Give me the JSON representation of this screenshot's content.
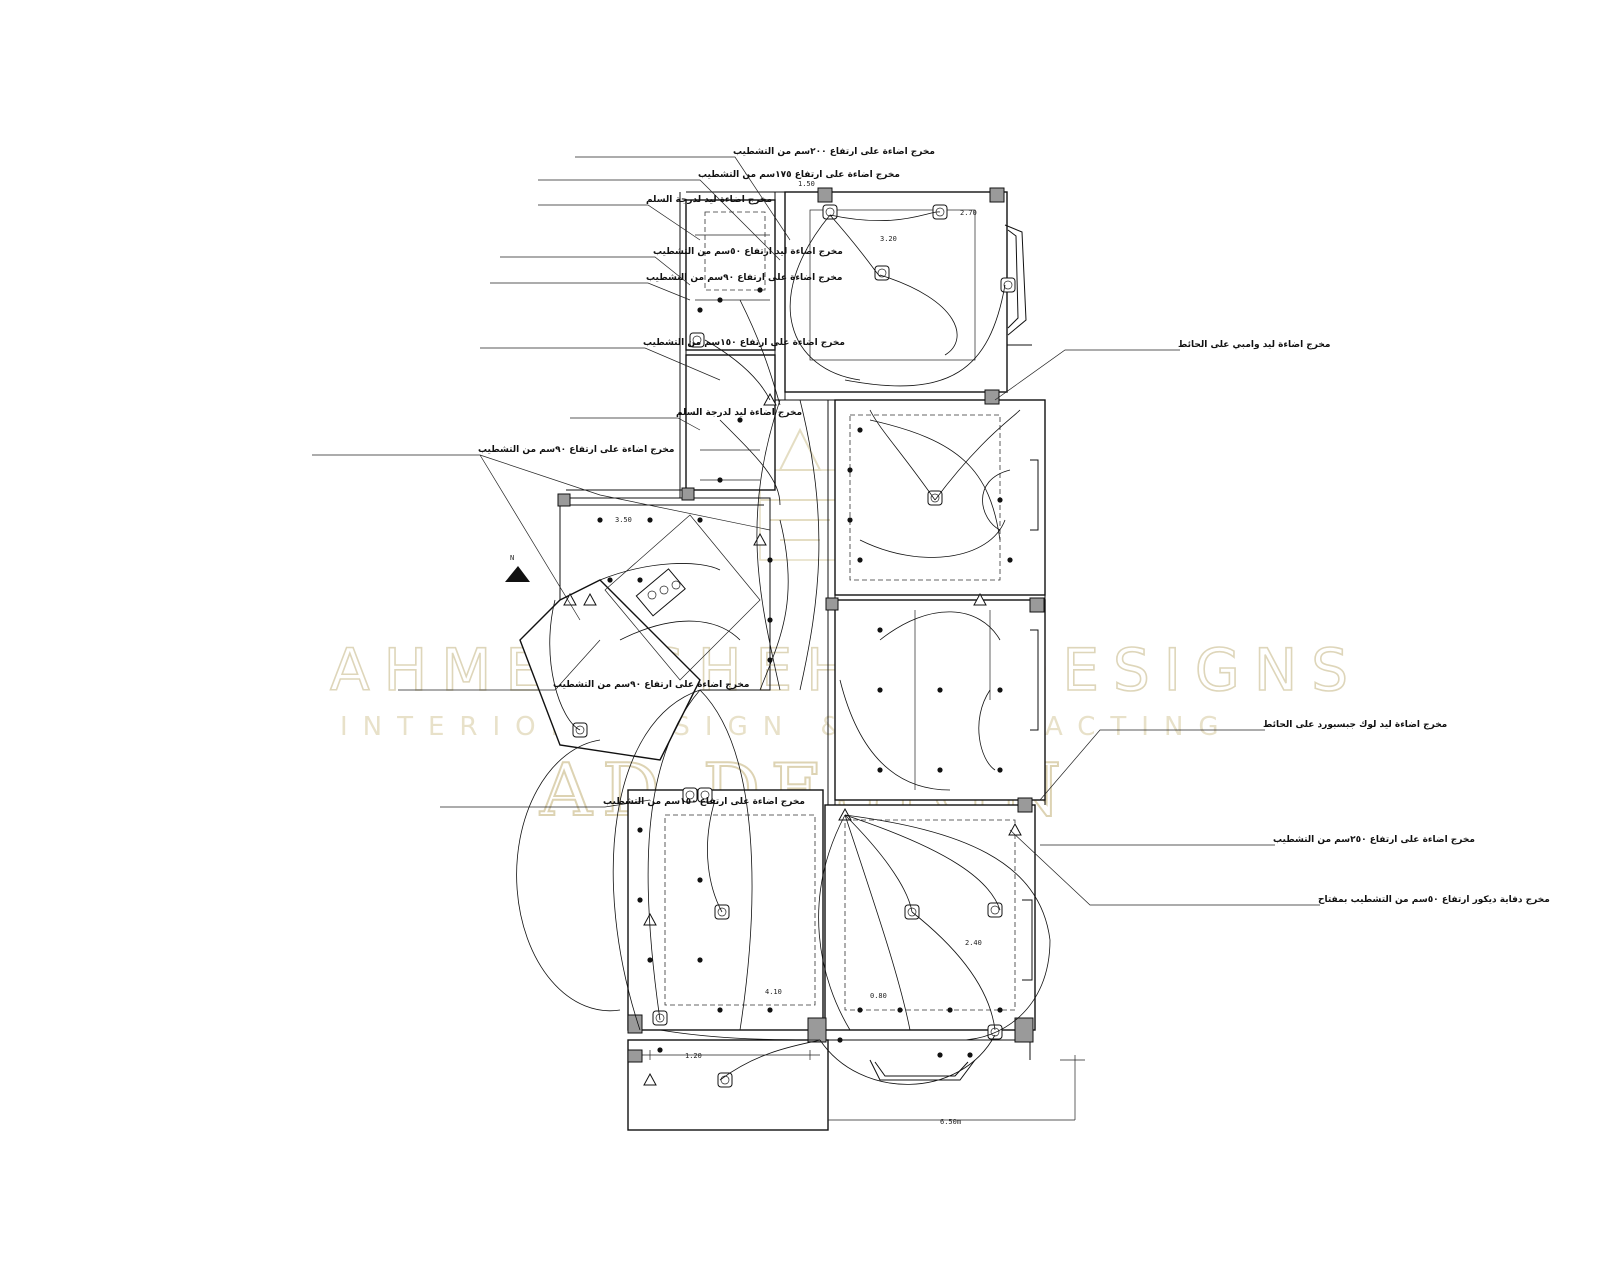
{
  "watermark": {
    "line1": "AHMED SHEHAB DESIGNS",
    "line2": "INTERIOR DESIGN & CONTRACTING",
    "logo": "AD DESIGN"
  },
  "annotations": [
    {
      "id": "a1",
      "text": "مخرج اضاءة على ارتفاع ٢٠٠سم من التشطيب"
    },
    {
      "id": "a2",
      "text": "مخرج اضاءة على ارتفاع ١٧٥سم من التشطيب"
    },
    {
      "id": "a3",
      "text": "مخرج اضاءة ليد لدرجة السلم"
    },
    {
      "id": "a4",
      "text": "مخرج اضاءة ليد ارتفاع ٥٠سم من التشطيب"
    },
    {
      "id": "a5",
      "text": "مخرج اضاءة على ارتفاع ٩٠سم من التشطيب"
    },
    {
      "id": "a6",
      "text": "مخرج اضاءة على ارتفاع ١٥٠سم من التشطيب"
    },
    {
      "id": "a7",
      "text": "مخرج اضاءة ليد لدرجة السلم"
    },
    {
      "id": "a8",
      "text": "مخرج اضاءة على ارتفاع ٩٠سم من التشطيب"
    },
    {
      "id": "a9",
      "text": "مخرج اضاءة على ارتفاع ٩٠سم من التشطيب"
    },
    {
      "id": "a10",
      "text": "مخرج اضاءة على ارتفاع ١٥٠سم من التشطيب"
    },
    {
      "id": "a11",
      "text": "مخرج اضاءة ليد وامبي على الحائط"
    },
    {
      "id": "a12",
      "text": "مخرج اضاءة ليد لوك جبسبورد على الحائط"
    },
    {
      "id": "a13",
      "text": "مخرج اضاءة على ارتفاع ٢٥٠سم من التشطيب"
    },
    {
      "id": "a14",
      "text": "مخرج دفاية ديكور ارتفاع ٥٠سم من التشطيب بمفتاح"
    }
  ],
  "dimensions": {
    "overall": "6.50m",
    "d1": "1.50",
    "d2": "3.20",
    "d3": "2.70",
    "d4": "3.50",
    "d5": "4.10",
    "d6": "2.40",
    "d7": "1.20",
    "d8": "0.80"
  },
  "north_label": "N"
}
